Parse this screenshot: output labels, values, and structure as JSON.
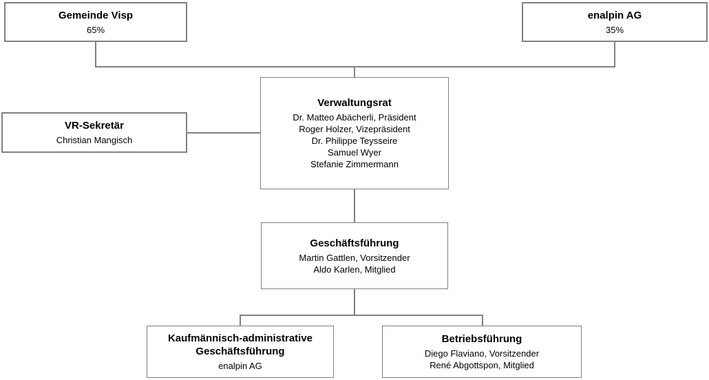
{
  "diagram": {
    "type": "org-chart",
    "background_color": "#ffffff",
    "box_fill_color": "#ffffff",
    "border_color": "#808080",
    "connector_color": "#808080",
    "text_color": "#000000"
  },
  "boxes": {
    "gemeinde_visp": {
      "title": "Gemeinde Visp",
      "lines": [
        "65%"
      ]
    },
    "enalpin_ag": {
      "title": "enalpin AG",
      "lines": [
        "35%"
      ]
    },
    "verwaltungsrat": {
      "title": "Verwaltungsrat",
      "lines": [
        "Dr. Matteo Abächerli, Präsident",
        "Roger Holzer, Vizepräsident",
        "Dr. Philippe Teysseire",
        "Samuel Wyer",
        "Stefanie Zimmermann"
      ]
    },
    "vr_sekretaer": {
      "title": "VR-Sekretär",
      "lines": [
        "Christian Mangisch"
      ]
    },
    "geschaeftsfuehrung": {
      "title": "Geschäftsführung",
      "lines": [
        "Martin Gattlen, Vorsitzender",
        "Aldo Karlen, Mitglied"
      ]
    },
    "kaufmaennisch_administrative": {
      "title": "Kaufmännisch-administrative Geschäftsführung",
      "lines": [
        "enalpin AG"
      ]
    },
    "betriebsfuehrung": {
      "title": "Betriebsführung",
      "lines": [
        "Diego Flaviano, Vorsitzender",
        "René Abgottspon, Mitglied"
      ]
    }
  },
  "edges": [
    {
      "from": "gemeinde_visp",
      "to": "verwaltungsrat"
    },
    {
      "from": "enalpin_ag",
      "to": "verwaltungsrat"
    },
    {
      "from": "vr_sekretaer",
      "to": "verwaltungsrat"
    },
    {
      "from": "verwaltungsrat",
      "to": "geschaeftsfuehrung"
    },
    {
      "from": "geschaeftsfuehrung",
      "to": "kaufmaennisch_administrative"
    },
    {
      "from": "geschaeftsfuehrung",
      "to": "betriebsfuehrung"
    }
  ]
}
